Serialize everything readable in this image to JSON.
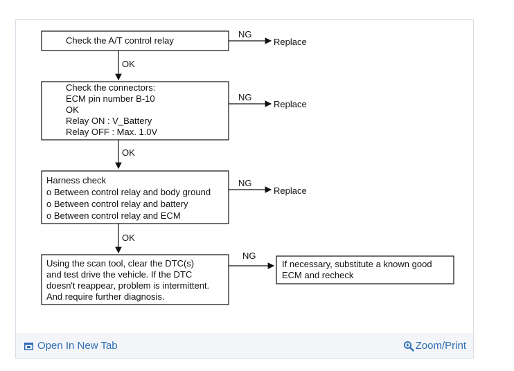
{
  "flowchart": {
    "steps": [
      {
        "lines": [
          "Check the A/T control relay"
        ]
      },
      {
        "lines": [
          "Check the connectors:",
          "ECM pin number B-10",
          "OK",
          "Relay ON : V_Battery",
          "Relay OFF : Max. 1.0V"
        ]
      },
      {
        "lines": [
          "Harness check",
          "o Between control relay and body ground",
          "o Between control relay and battery",
          "o Between control relay and ECM"
        ]
      },
      {
        "lines": [
          "Using the scan tool, clear the DTC(s)",
          "and test drive the vehicle. If the DTC",
          "doesn't reappear, problem is intermittent.",
          "And require further diagnosis."
        ]
      }
    ],
    "ok_labels": [
      "OK",
      "OK",
      "OK"
    ],
    "ng_branches": [
      {
        "label": "NG",
        "result": "Replace"
      },
      {
        "label": "NG",
        "result": "Replace"
      },
      {
        "label": "NG",
        "result": "Replace"
      },
      {
        "label": "NG",
        "result_lines": [
          "If necessary, substitute a known good",
          "ECM and recheck"
        ]
      }
    ]
  },
  "footer": {
    "open_tab_label": "Open In New Tab",
    "zoom_print_label": "Zoom/Print"
  },
  "colors": {
    "link": "#2f6db5",
    "footer_bg": "#f3f5f8"
  }
}
